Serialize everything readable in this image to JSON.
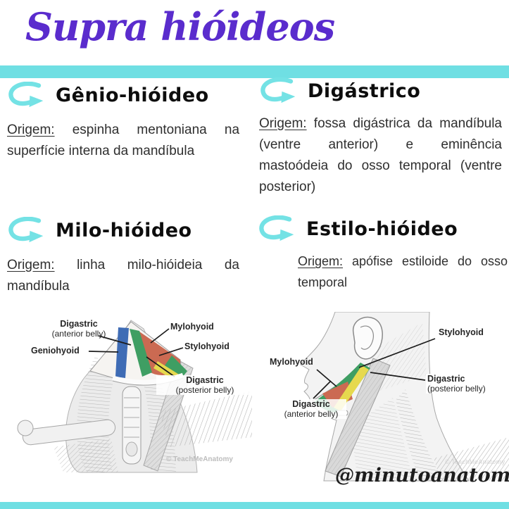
{
  "page": {
    "title": "Supra hióideos",
    "handle": "@minutoanatomico"
  },
  "icons": {
    "section_bullet": "curved-right-arrow"
  },
  "colors": {
    "accent_cyan": "#6fdfe3",
    "title_purple": "#5a2ccd",
    "heading_black": "#0d0d0d",
    "body_text": "#2f2f2f",
    "muscle_blue": "#3f6cb5",
    "muscle_green": "#3f9e63",
    "muscle_red": "#cb6a52",
    "muscle_yellow": "#e6d94e"
  },
  "sections": [
    {
      "title": "Gênio-hióideo",
      "origin_label": "Origem:",
      "origin_text": "espinha mentoniana na superfície interna da mandíbula"
    },
    {
      "title": "Digástrico",
      "origin_label": "Origem:",
      "origin_text": "fossa digástrica da mandíbula (ventre anterior) e eminência mastoódeia do osso temporal (ventre posterior)"
    },
    {
      "title": "Milo-hióideo",
      "origin_label": "Origem:",
      "origin_text": "linha milo-hióideia da mandíbula"
    },
    {
      "title": "Estilo-hióideo",
      "origin_label": "Origem:",
      "origin_text": "apófise estiloide do osso temporal"
    }
  ],
  "figures": {
    "left": {
      "labels": {
        "digastric_anterior_line1": "Digastric",
        "digastric_anterior_line2": "(anterior belly)",
        "geniohyoid": "Geniohyoid",
        "mylohyoid": "Mylohyoid",
        "stylohyoid": "Stylohyoid",
        "digastric_posterior_line1": "Digastric",
        "digastric_posterior_line2": "(posterior belly)"
      },
      "watermark": "© TeachMeAnatomy"
    },
    "right": {
      "labels": {
        "stylohyoid": "Stylohyoid",
        "mylohyoid": "Mylohyoid",
        "digastric_posterior_line1": "Digastric",
        "digastric_posterior_line2": "(posterior belly)",
        "digastric_anterior_line1": "Digastric",
        "digastric_anterior_line2": "(anterior belly)"
      },
      "watermark": "© TeachMeAnatomy"
    }
  }
}
